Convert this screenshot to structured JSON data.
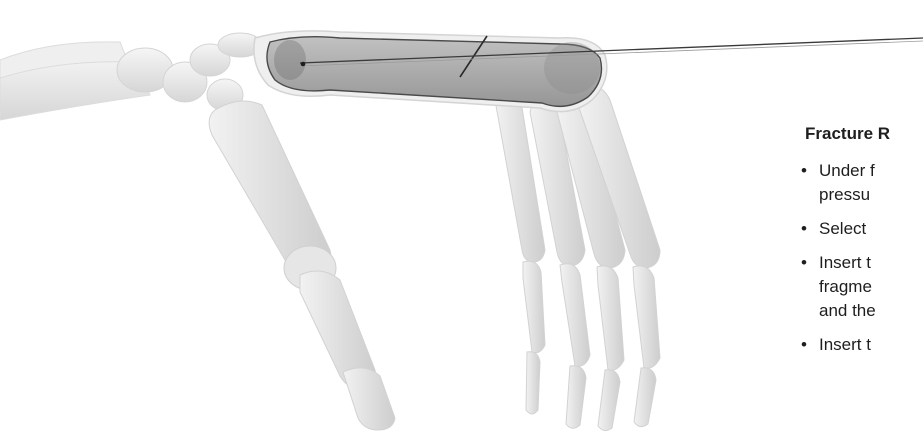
{
  "panel": {
    "title": "Fracture R",
    "steps": [
      {
        "lines": [
          "Under f",
          "pressu"
        ]
      },
      {
        "lines": [
          "Select"
        ]
      },
      {
        "lines": [
          "Insert t",
          "fragme",
          "and the"
        ]
      },
      {
        "lines": [
          "Insert t",
          ""
        ]
      }
    ]
  },
  "colors": {
    "bone_fill": "#e9e9e9",
    "bone_shadow": "#cfcfcf",
    "bone_outline": "#d8d8d8",
    "highlight_fill": "#9a9a9a",
    "highlight_outline": "#4a4a4a",
    "wire": "#3a3a3a",
    "text": "#1e1e1e"
  },
  "icons": {
    "bullet": "•"
  }
}
